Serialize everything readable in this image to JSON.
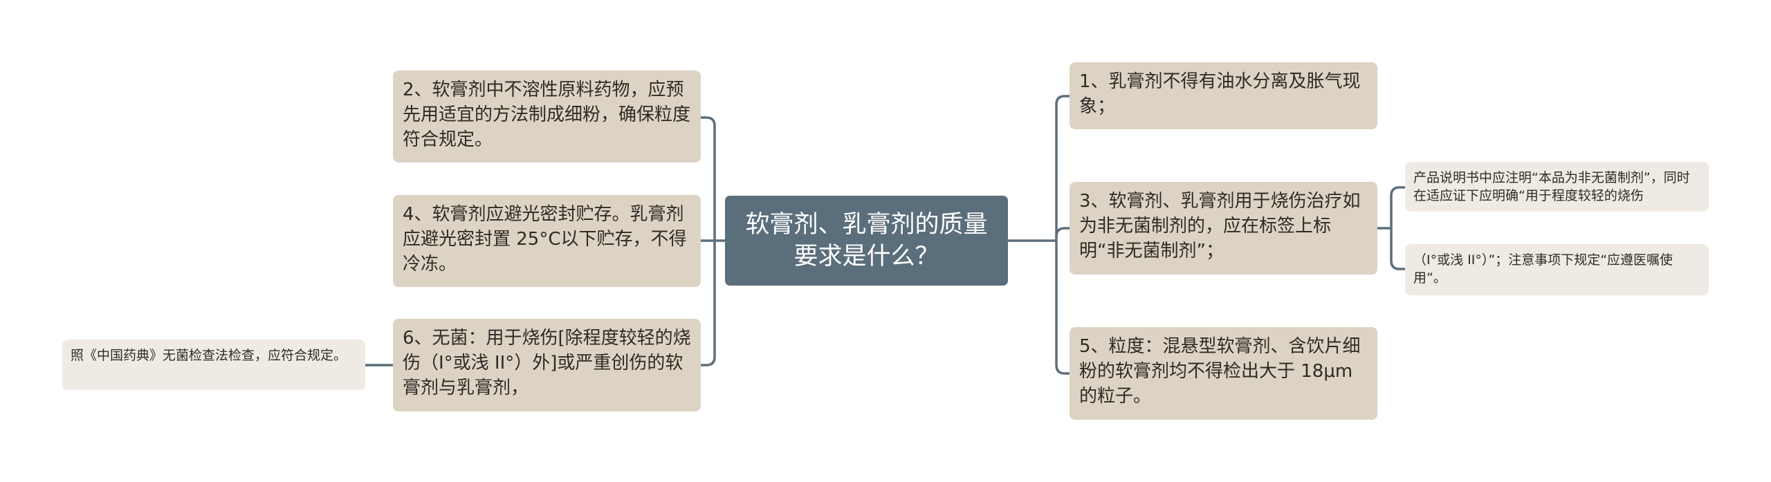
{
  "root": {
    "label": "软膏剂、乳膏剂的质量要求是什么？"
  },
  "left_branches": [
    {
      "label": "2、软膏剂中不溶性原料药物，应预先用适宜的方法制成细粉，确保粒度符合规定。"
    },
    {
      "label": "4、软膏剂应避光密封贮存。乳膏剂应避光密封置 25°C以下贮存，不得冷冻。"
    },
    {
      "label": "6、无菌：用于烧伤[除程度较轻的烧伤（I°或浅 II°）外]或严重创伤的软膏剂与乳膏剂，",
      "children": [
        {
          "label": "照《中国药典》无菌检查法检查，应符合规定。"
        }
      ]
    }
  ],
  "right_branches": [
    {
      "label": "1、乳膏剂不得有油水分离及胀气现象；"
    },
    {
      "label": "3、软膏剂、乳膏剂用于烧伤治疗如为非无菌制剂的，应在标签上标明“非无菌制剂”；",
      "children": [
        {
          "label": "产品说明书中应注明“本品为非无菌制剂”，同时在适应证下应明确“用于程度较轻的烧伤"
        },
        {
          "label": "（I°或浅 II°）”；注意事项下规定“应遵医嘱使用”。"
        }
      ]
    },
    {
      "label": "5、粒度：混悬型软膏剂、含饮片细粉的软膏剂均不得检出大于 18μm 的粒子。"
    }
  ],
  "colors": {
    "root_fill": "#5b6e7b",
    "branch_fill": "#ddd3c4",
    "leaf_fill": "#efebe4",
    "connector": "#5b6e7b"
  }
}
